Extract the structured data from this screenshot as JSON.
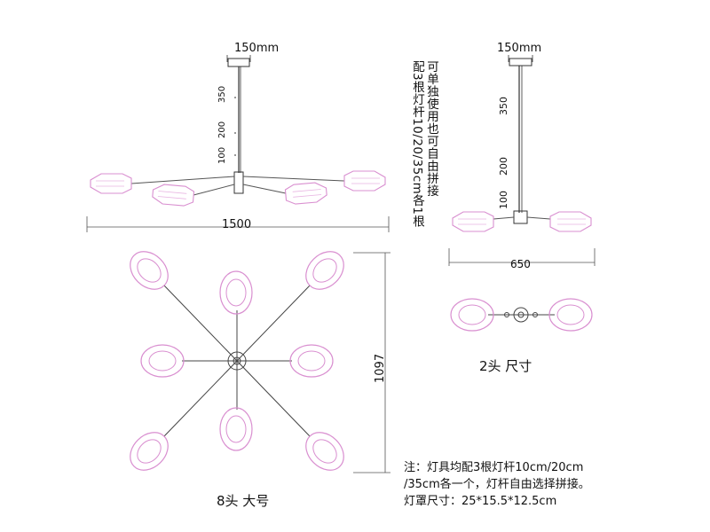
{
  "colors": {
    "line": "#333333",
    "shade": "#d98fd0",
    "text": "#111111"
  },
  "large": {
    "mount_width_label": "150mm",
    "rod_labels": [
      "350",
      "200",
      "100"
    ],
    "width_label": "1500",
    "height_label": "1097",
    "caption": "8头 大号"
  },
  "small": {
    "mount_width_label": "150mm",
    "rod_labels": [
      "350",
      "200",
      "100"
    ],
    "width_label": "650",
    "caption": "2头 尺寸"
  },
  "side_note": {
    "line1": "可单独使用也可自由拼接",
    "line2": "配3根灯杆10/20/35cm各1根"
  },
  "footnote": {
    "line1": "注：灯具均配3根灯杆10cm/20cm",
    "line2": "/35cm各一个，灯杆自由选择拼接。",
    "line3": "灯罩尺寸：25*15.5*12.5cm"
  }
}
